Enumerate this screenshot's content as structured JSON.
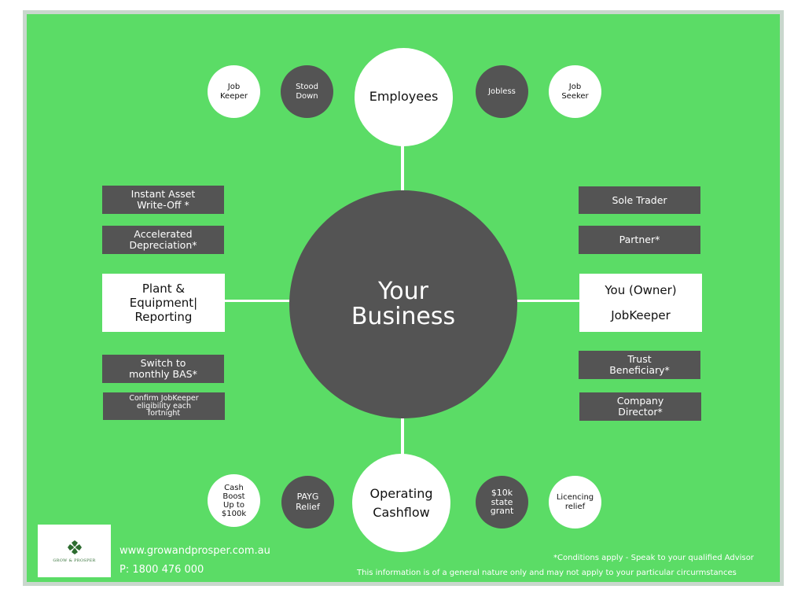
{
  "center": {
    "label": "Your\nBusiness"
  },
  "top_node": {
    "label": "Employees"
  },
  "bottom_node": {
    "label": "Operating\nCashflow"
  },
  "employees": {
    "job_keeper": "Job\nKeeper",
    "stood_down": "Stood\nDown",
    "jobless": "Jobless",
    "job_seeker": "Job\nSeeker"
  },
  "cashflow": {
    "cash_boost": "Cash\nBoost\nUp to\n$100k",
    "payg_relief": "PAYG\nRelief",
    "state_grant": "$10k\nstate\ngrant",
    "licencing_relief": "Licencing\nrelief"
  },
  "left": {
    "instant_asset": "Instant Asset\nWrite-Off *",
    "accelerated": "Accelerated\nDepreciation*",
    "plant_equipment": "Plant &\nEquipment|\nReporting",
    "monthly_bas": "Switch to\nmonthly BAS*",
    "confirm_jobkeeper": "Confirm JobKeeper\neligibility each\nfortnight"
  },
  "right": {
    "sole_trader": "Sole Trader",
    "partner": "Partner*",
    "owner_line1": "You (Owner)",
    "owner_line2": "JobKeeper",
    "trust_beneficiary": "Trust\nBeneficiary*",
    "company_director": "Company\nDirector*"
  },
  "logo": {
    "text": "GROW & PROSPER"
  },
  "footer": {
    "website": "www.growandprosper.com.au",
    "phone": "P: 1800 476 000",
    "conditions": "*Conditions apply - Speak to your qualified Advisor",
    "disclaimer": "This information is of a general nature only and may not apply to your particular circurmstances"
  },
  "colors": {
    "background": "#5bdc66",
    "dark": "#545454",
    "frame": "#c9d7cd",
    "logo_green": "#2c6b2f"
  }
}
